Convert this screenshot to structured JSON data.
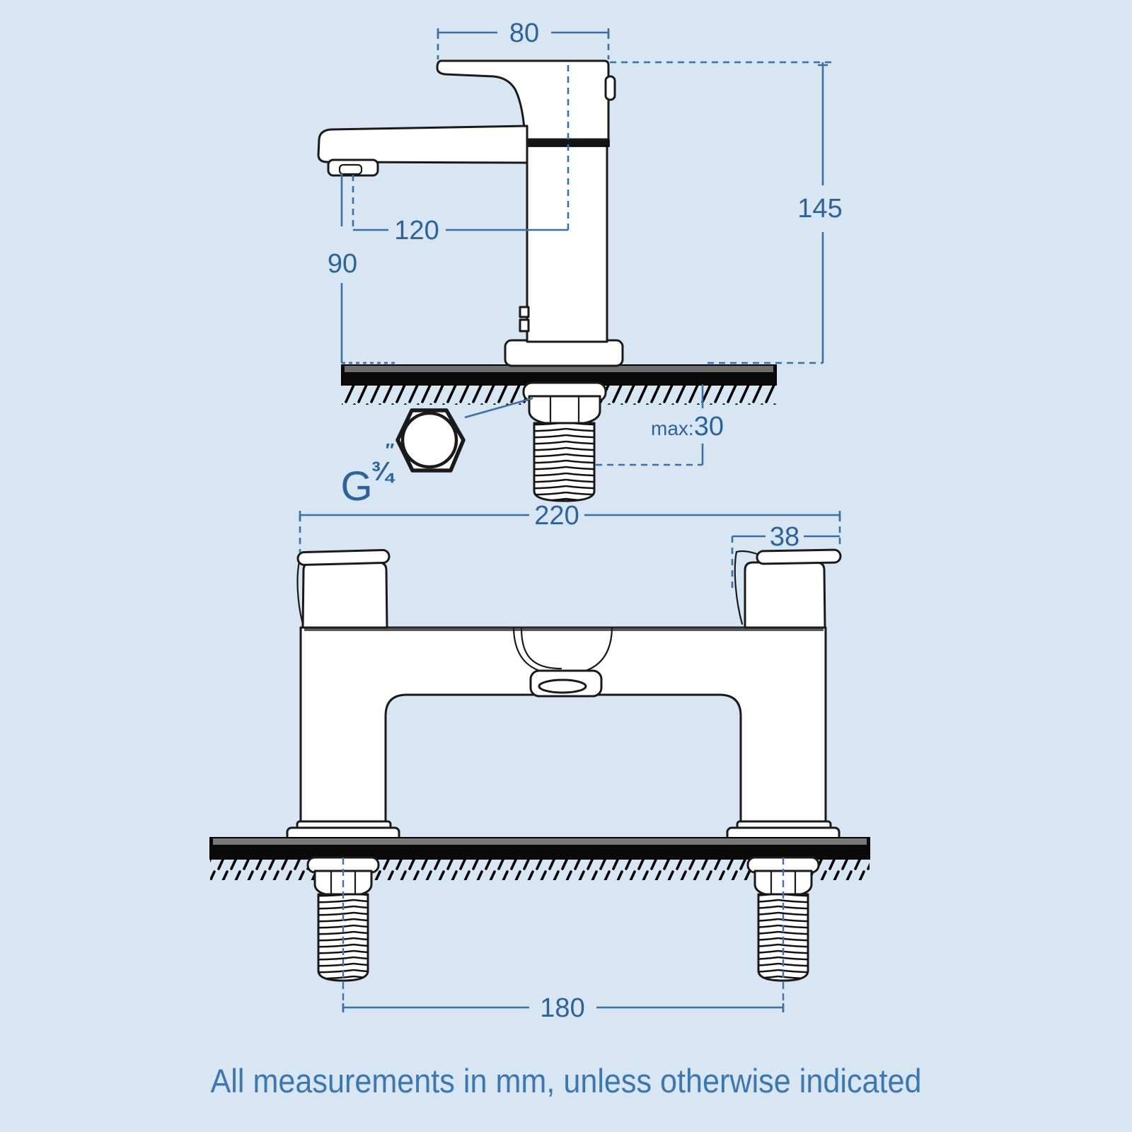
{
  "colors": {
    "background": "#d8e5f3",
    "outline": "#1a1a1a",
    "dimension_line": "#3b70a3",
    "dimension_text": "#2d6399",
    "caption_text": "#3c77b0",
    "deck_fill": "#0a0a0a",
    "deck_top_edge": "#6e6e6e"
  },
  "side_view": {
    "label": "side elevation of basin mixer tap",
    "dimensions": {
      "handle_length": {
        "value": "80",
        "unit": "mm"
      },
      "overall_height": {
        "value": "145",
        "unit": "mm"
      },
      "spout_reach": {
        "value": "120",
        "unit": "mm"
      },
      "spout_height": {
        "value": "90",
        "unit": "mm"
      },
      "max_deck_thickness": {
        "prefix": "max:",
        "value": "30"
      }
    },
    "connector_thread": {
      "g": "G",
      "fraction": "¾",
      "inch_mark": "″"
    }
  },
  "front_view": {
    "label": "front elevation of bath filler tap",
    "dimensions": {
      "overall_width": {
        "value": "220",
        "unit": "mm"
      },
      "handle_width": {
        "value": "38",
        "unit": "mm"
      },
      "tail_centres": {
        "value": "180",
        "unit": "mm"
      }
    }
  },
  "footer": {
    "note": "All measurements in mm, unless otherwise indicated"
  }
}
